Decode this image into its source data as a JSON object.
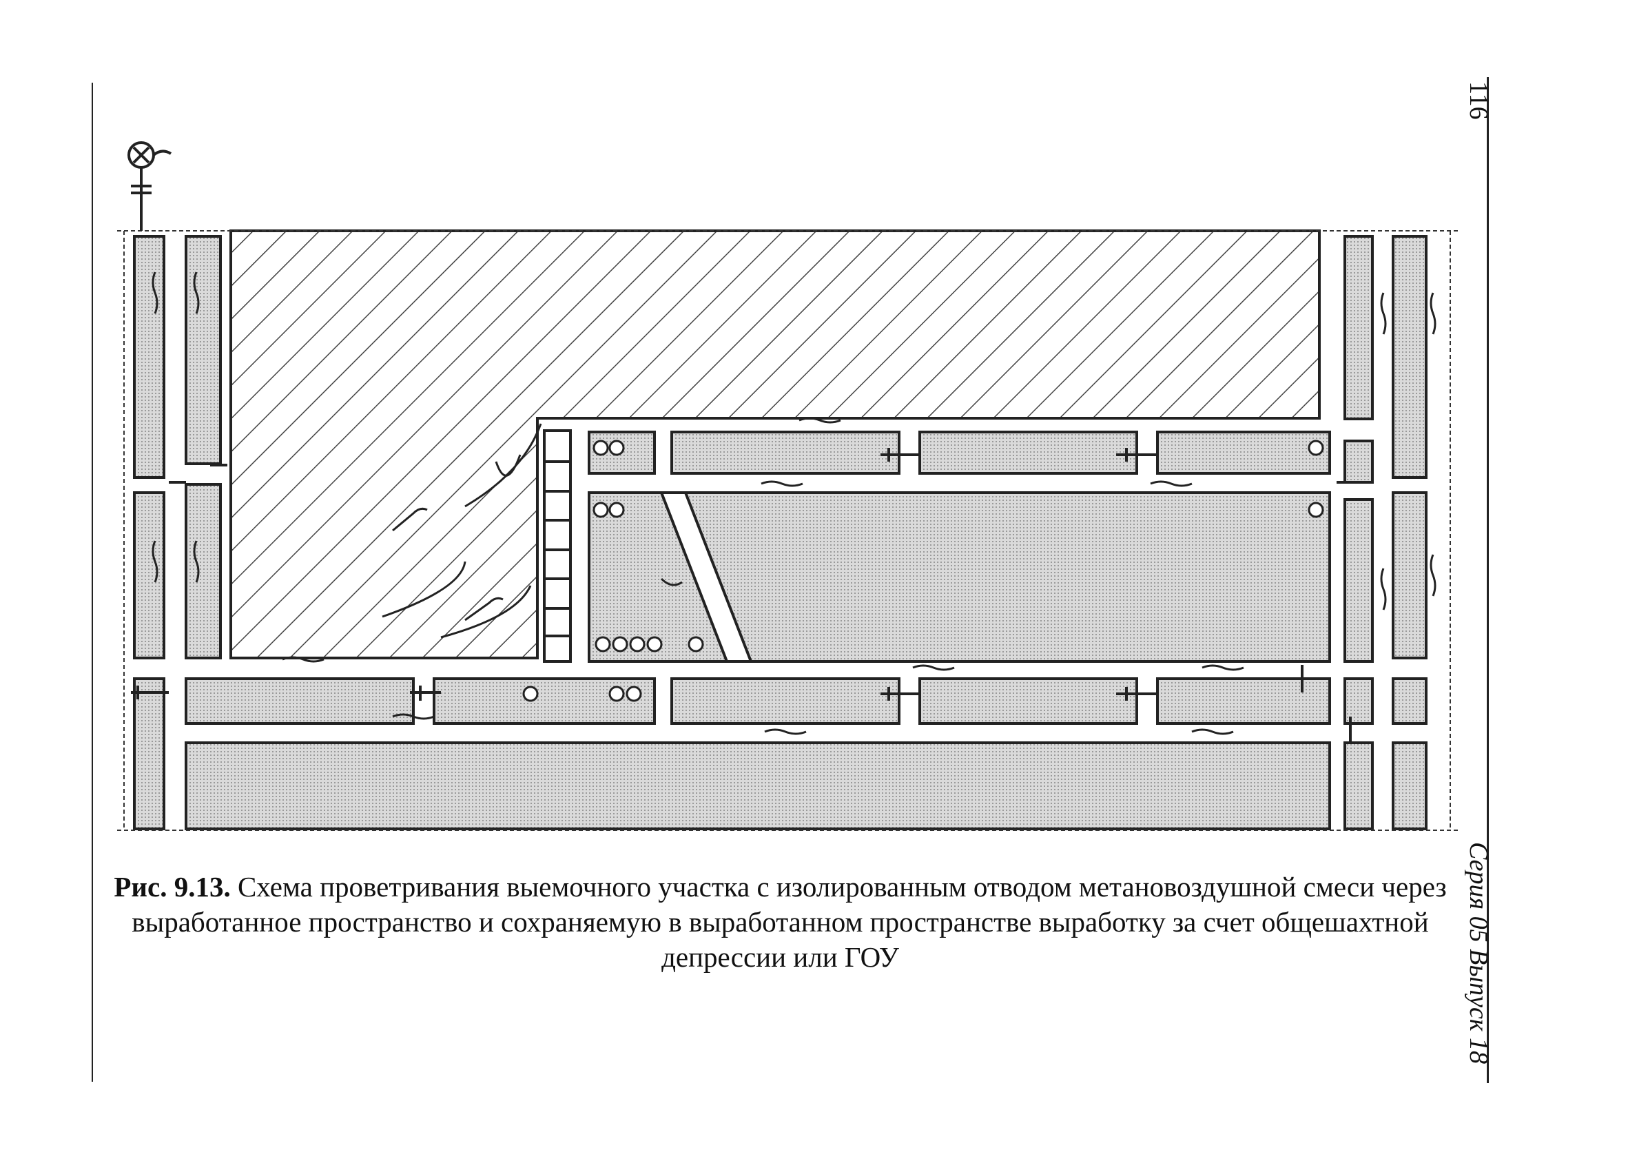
{
  "page": {
    "number": "116",
    "series": "Серия 05 Выпуск 18"
  },
  "caption": {
    "label": "Рис. 9.13.",
    "text": "Схема проветривания выемочного участка с изолированным отводом метановоздушной смеси через выработанное пространство и сохраняемую в выработанном пространстве выработку за счет общешахтной депрессии или ГОУ"
  },
  "diagram": {
    "icons": [
      "fan-icon",
      "ventilation-door-icon",
      "air-flow-arrow-icon",
      "gas-outlet-icon",
      "crib-support-icon"
    ],
    "colors": {
      "ink": "#222222",
      "pillar_fill": "#d4d4d4",
      "goaf_hatch": "#444444",
      "airway": "#ffffff"
    }
  }
}
